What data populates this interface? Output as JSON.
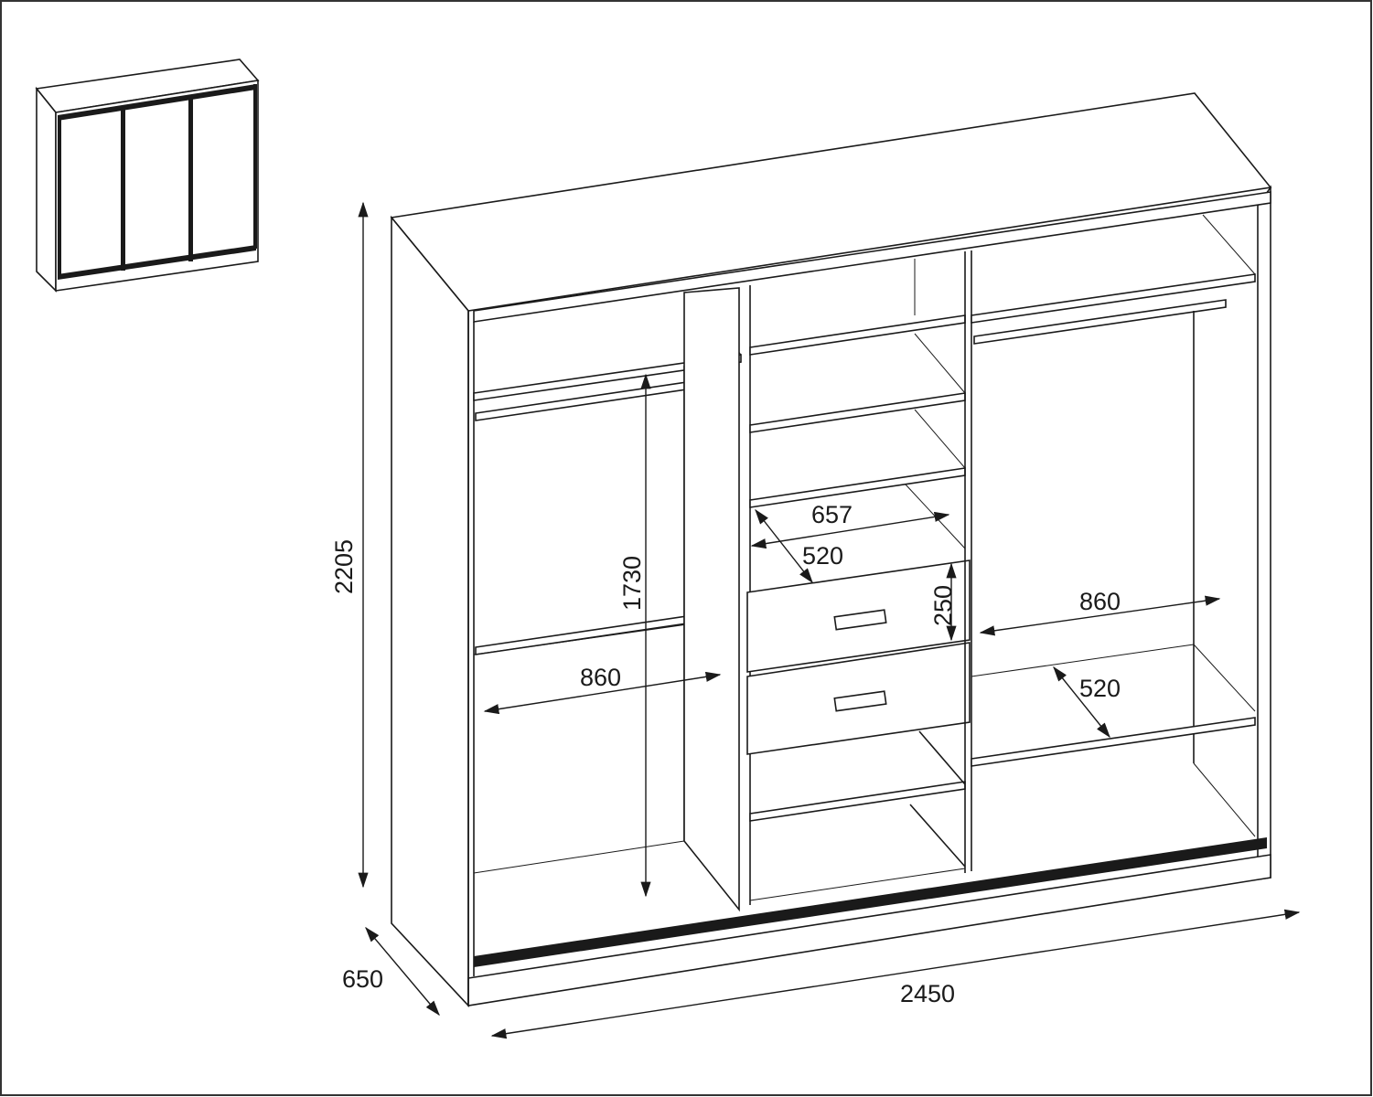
{
  "title": "Wardrobe dimension drawing",
  "dimensions": {
    "height": "2205",
    "depth": "650",
    "width": "2450",
    "hanging_height": "1730",
    "left_inner_width": "860",
    "middle_width": "657",
    "middle_depth": "520",
    "drawer_height": "250",
    "right_inner_width": "860",
    "right_depth": "520"
  },
  "colors": {
    "line": "#1a1a1a",
    "background": "#ffffff"
  }
}
